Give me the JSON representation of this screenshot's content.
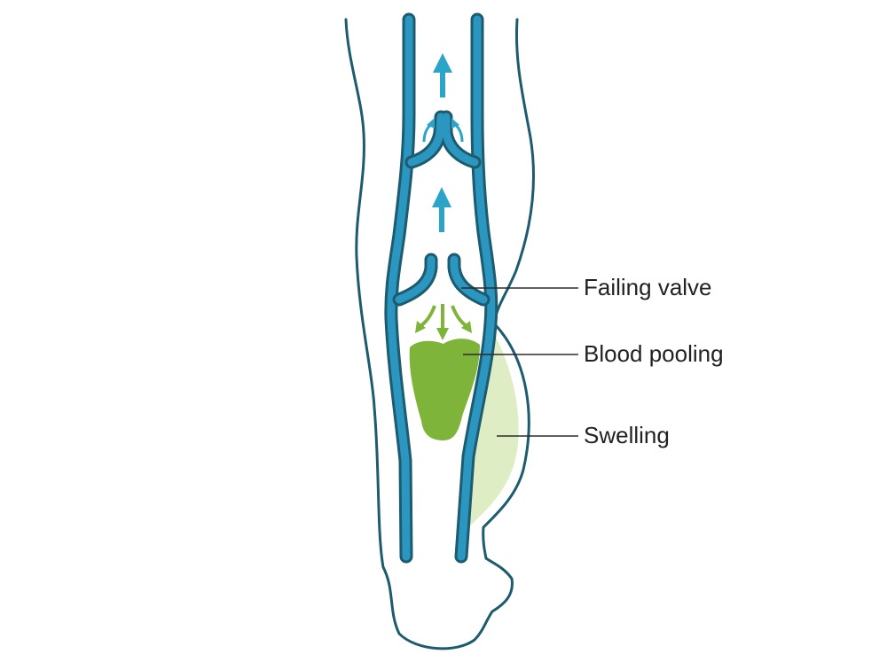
{
  "labels": {
    "failing_valve": "Failing valve",
    "blood_pooling": "Blood pooling",
    "swelling": "Swelling"
  },
  "colors": {
    "outline": "#1d5b6e",
    "vein_fill": "#2b97c0",
    "flow_arrow": "#2aa5c8",
    "pool_fill": "#7fb43b",
    "swelling_fill": "#dfedc4",
    "callout_line": "#2b2b2b",
    "text": "#222222"
  },
  "icons": {
    "up_flow": "arrow-up-icon",
    "backflow": "arrow-down-icon"
  }
}
